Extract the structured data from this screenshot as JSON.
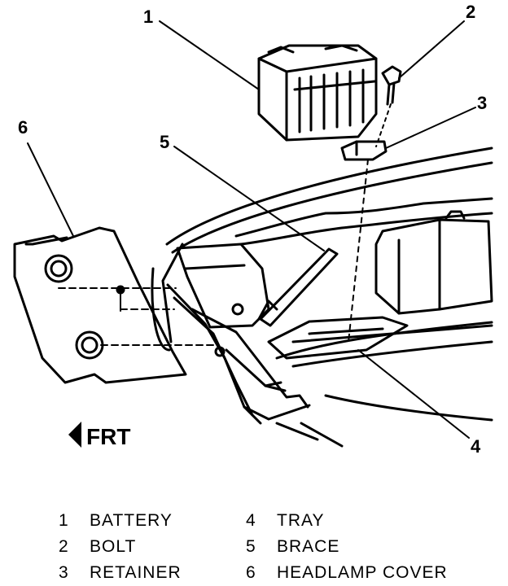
{
  "callouts": {
    "c1": "1",
    "c2": "2",
    "c3": "3",
    "c4": "4",
    "c5": "5",
    "c6": "6"
  },
  "direction_label": "FRT",
  "legend": [
    {
      "num": "1",
      "label": "BATTERY"
    },
    {
      "num": "2",
      "label": "BOLT"
    },
    {
      "num": "3",
      "label": "RETAINER"
    },
    {
      "num": "4",
      "label": "TRAY"
    },
    {
      "num": "5",
      "label": "BRACE"
    },
    {
      "num": "6",
      "label": "HEADLAMP COVER"
    }
  ]
}
